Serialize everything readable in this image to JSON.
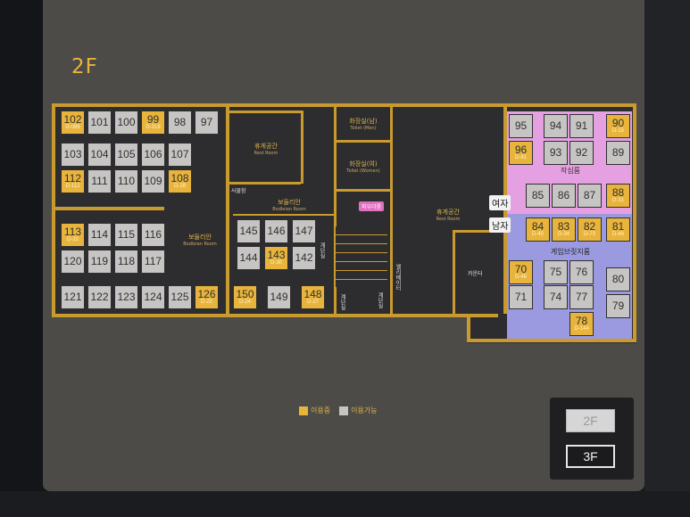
{
  "floor": {
    "title": "2F"
  },
  "labels": {
    "rest_left_ko": "휴게공간",
    "rest_left_en": "Rest Room",
    "bodleian_center_ko": "보들리안",
    "bodleian_center_en": "Bodleian Room",
    "bodleian_left_ko": "보들리안",
    "bodleian_left_en": "Bodleian Room",
    "toilet_m_ko": "화장실(남)",
    "toilet_m_en": "Toilet (Men)",
    "toilet_w_ko": "화장실(여)",
    "toilet_w_en": "Toilet (Women)",
    "rest_right_ko": "휴게공간",
    "rest_right_en": "Rest Room",
    "counter": "카운터",
    "office": "사물함",
    "makeup": "파우더룸",
    "work_room": "작심룸",
    "game_room": "게임브릿지룸",
    "women": "여자",
    "men": "남자",
    "stair_a": "계단실",
    "stair_b": "엘리베이터",
    "stair_c": "계단실",
    "stair_d": "계단실"
  },
  "seats": [
    {
      "n": "102",
      "s": "D-086",
      "st": "busy"
    },
    {
      "n": "101",
      "st": "free"
    },
    {
      "n": "100",
      "st": "free"
    },
    {
      "n": "99",
      "s": "D-318",
      "st": "busy"
    },
    {
      "n": "98",
      "st": "free"
    },
    {
      "n": "97",
      "st": "free"
    },
    {
      "n": "103",
      "st": "free"
    },
    {
      "n": "104",
      "st": "free"
    },
    {
      "n": "105",
      "st": "free"
    },
    {
      "n": "106",
      "st": "free"
    },
    {
      "n": "107",
      "st": "free"
    },
    {
      "n": "112",
      "s": "D-112",
      "st": "busy"
    },
    {
      "n": "111",
      "st": "free"
    },
    {
      "n": "110",
      "st": "free"
    },
    {
      "n": "109",
      "st": "free"
    },
    {
      "n": "108",
      "s": "D-28",
      "st": "busy"
    },
    {
      "n": "113",
      "s": "D-22",
      "st": "busy"
    },
    {
      "n": "114",
      "st": "free"
    },
    {
      "n": "115",
      "st": "free"
    },
    {
      "n": "116",
      "st": "free"
    },
    {
      "n": "120",
      "st": "free"
    },
    {
      "n": "119",
      "st": "free"
    },
    {
      "n": "118",
      "st": "free"
    },
    {
      "n": "117",
      "st": "free"
    },
    {
      "n": "121",
      "st": "free"
    },
    {
      "n": "122",
      "st": "free"
    },
    {
      "n": "123",
      "st": "free"
    },
    {
      "n": "124",
      "st": "free"
    },
    {
      "n": "125",
      "st": "free"
    },
    {
      "n": "126",
      "s": "D-22",
      "st": "busy"
    },
    {
      "n": "145",
      "st": "free"
    },
    {
      "n": "146",
      "st": "free"
    },
    {
      "n": "147",
      "st": "free"
    },
    {
      "n": "144",
      "st": "free"
    },
    {
      "n": "143",
      "s": "D-30",
      "st": "busy"
    },
    {
      "n": "142",
      "st": "free"
    },
    {
      "n": "150",
      "s": "D-24",
      "st": "busy"
    },
    {
      "n": "149",
      "st": "free"
    },
    {
      "n": "148",
      "s": "D-27",
      "st": "busy"
    },
    {
      "n": "95",
      "st": "free"
    },
    {
      "n": "94",
      "st": "free"
    },
    {
      "n": "91",
      "st": "free"
    },
    {
      "n": "90",
      "s": "D-15",
      "st": "busy"
    },
    {
      "n": "96",
      "s": "D-81",
      "st": "busy"
    },
    {
      "n": "93",
      "st": "free"
    },
    {
      "n": "92",
      "st": "free"
    },
    {
      "n": "89",
      "st": "free"
    },
    {
      "n": "85",
      "st": "free"
    },
    {
      "n": "86",
      "st": "free"
    },
    {
      "n": "87",
      "st": "free"
    },
    {
      "n": "88",
      "s": "D-31",
      "st": "busy"
    },
    {
      "n": "84",
      "s": "D-40",
      "st": "busy"
    },
    {
      "n": "83",
      "s": "D-34",
      "st": "busy"
    },
    {
      "n": "82",
      "s": "D-73",
      "st": "busy"
    },
    {
      "n": "81",
      "s": "D-48",
      "st": "busy"
    },
    {
      "n": "70",
      "s": "D-46",
      "st": "busy"
    },
    {
      "n": "75",
      "st": "free"
    },
    {
      "n": "76",
      "st": "free"
    },
    {
      "n": "80",
      "st": "free"
    },
    {
      "n": "71",
      "st": "free"
    },
    {
      "n": "74",
      "st": "free"
    },
    {
      "n": "77",
      "st": "free"
    },
    {
      "n": "79",
      "st": "free"
    },
    {
      "n": "78",
      "s": "D-144",
      "st": "busy"
    }
  ],
  "legend": {
    "busy": "이용중",
    "free": "이용가능"
  },
  "floor_switch": {
    "current": "2F",
    "other": "3F"
  },
  "colors": {
    "busy": "#e8b43c",
    "free": "#c6c5c3",
    "wall": "#c99a2e",
    "pink_zone": "#e4a0e0",
    "blue_zone": "#9b9ae0"
  }
}
